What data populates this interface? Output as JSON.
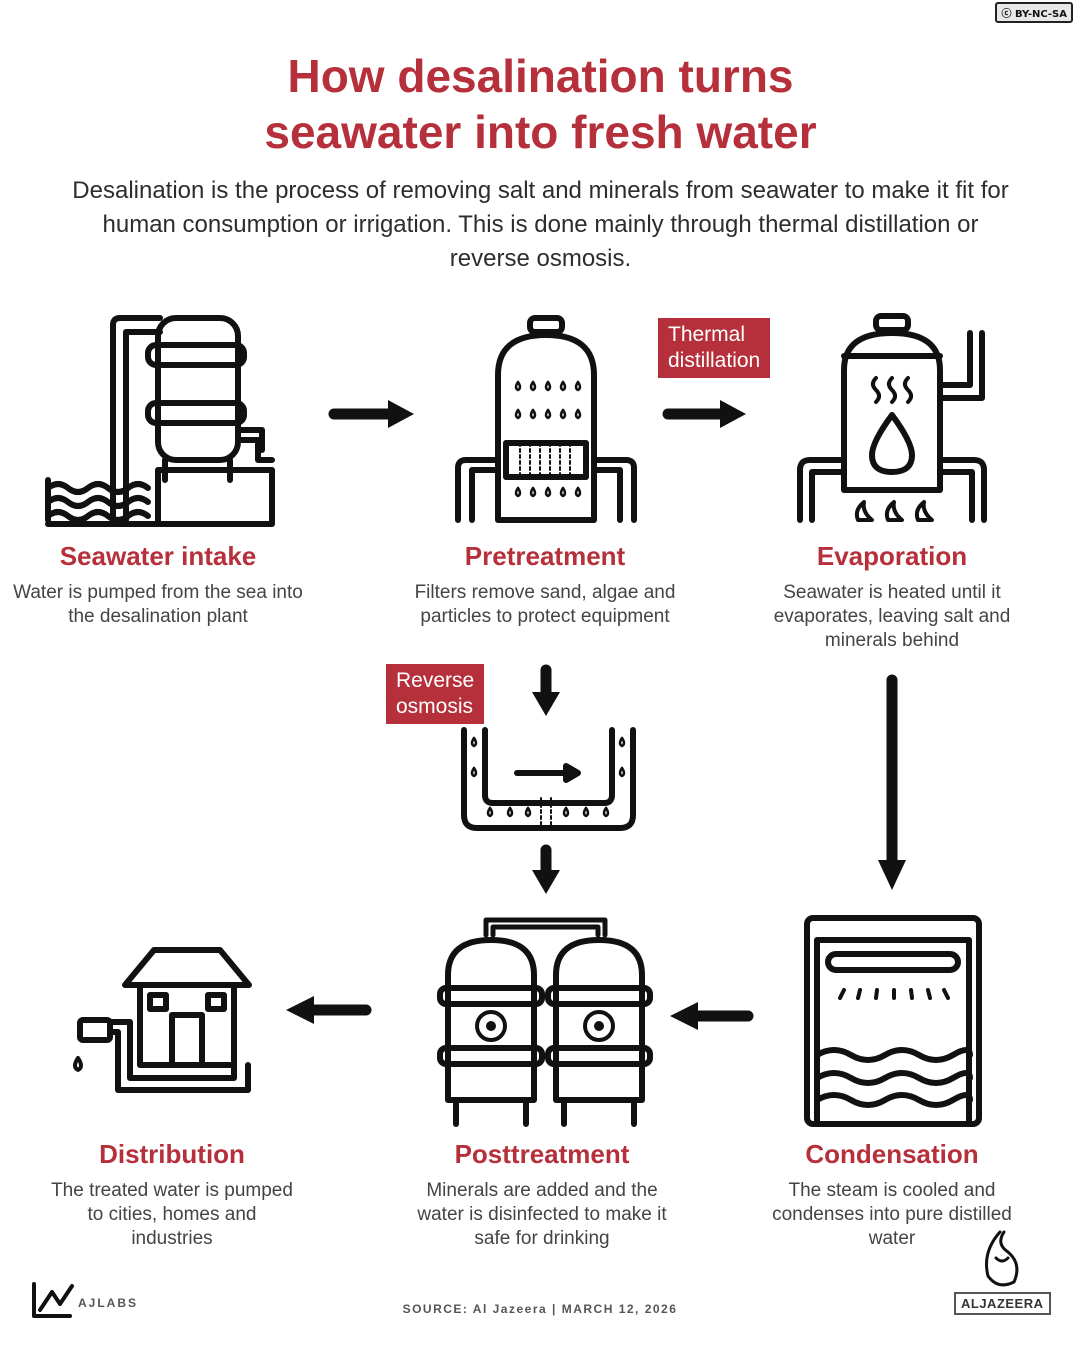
{
  "license": "BY-NC-SA",
  "title_line1": "How desalination turns",
  "title_line2": "seawater into fresh water",
  "subtitle": "Desalination is the process of removing salt and minerals from seawater to make it fit for human consumption or irrigation. This is done mainly through thermal distillation or reverse osmosis.",
  "tags": {
    "thermal_line1": "Thermal",
    "thermal_line2": "distillation",
    "reverse_line1": "Reverse",
    "reverse_line2": "osmosis"
  },
  "steps": [
    {
      "title": "Seawater intake",
      "desc": "Water is pumped from the sea into the desalination plant"
    },
    {
      "title": "Pretreatment",
      "desc": "Filters remove sand, algae and particles to protect equipment"
    },
    {
      "title": "Evaporation",
      "desc": "Seawater is heated until it evaporates, leaving salt and minerals behind"
    },
    {
      "title": "Distribution",
      "desc": "The treated water is pumped to cities, homes and industries"
    },
    {
      "title": "Posttreatment",
      "desc": "Minerals are added and the water is disinfected to make it safe for drinking"
    },
    {
      "title": "Condensation",
      "desc": "The steam is cooled and condenses into pure distilled water"
    }
  ],
  "footer": {
    "brand": "AJLABS",
    "source": "SOURCE:  Al Jazeera   |   MARCH 12, 2026",
    "logo": "ALJAZEERA"
  }
}
